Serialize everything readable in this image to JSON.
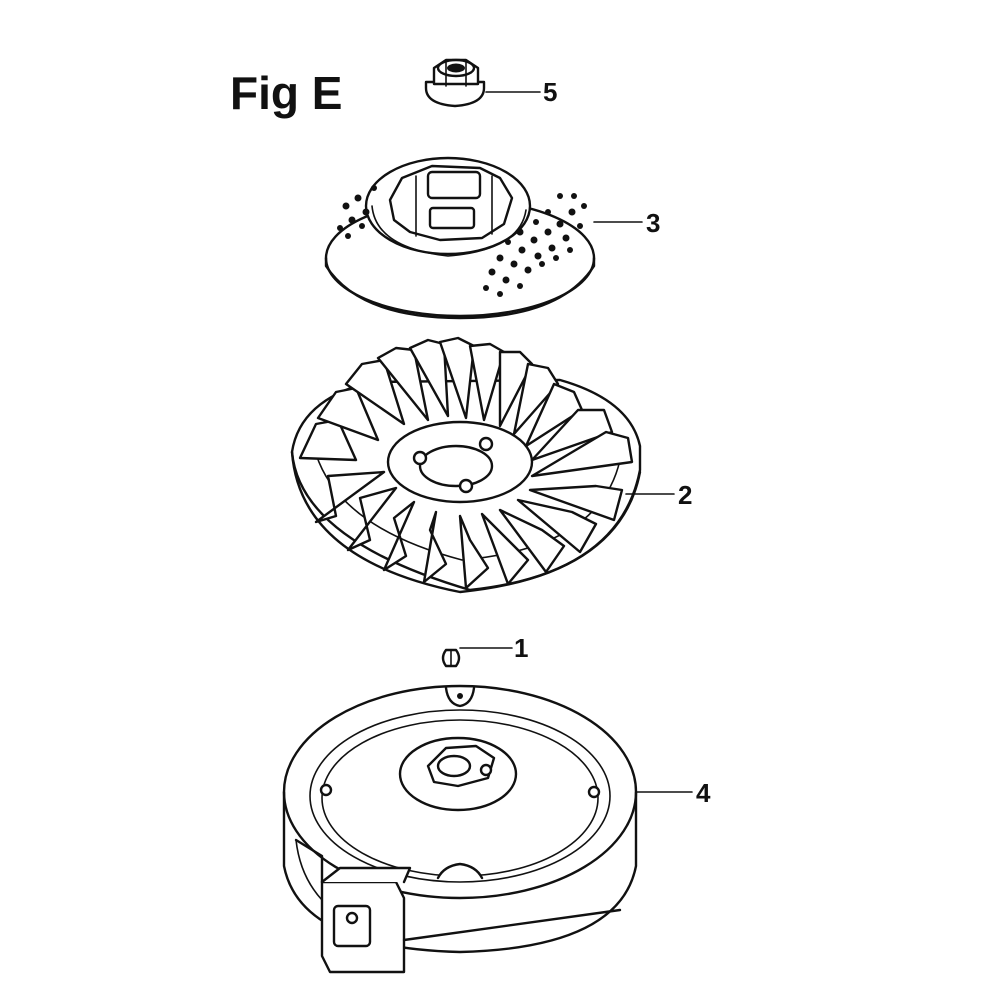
{
  "figure": {
    "title": "Fig E"
  },
  "callouts": [
    {
      "id": "c5",
      "label": "5"
    },
    {
      "id": "c3",
      "label": "3"
    },
    {
      "id": "c2",
      "label": "2"
    },
    {
      "id": "c1",
      "label": "1"
    },
    {
      "id": "c4",
      "label": "4"
    }
  ],
  "colors": {
    "ink": "#111111",
    "background": "#ffffff"
  }
}
